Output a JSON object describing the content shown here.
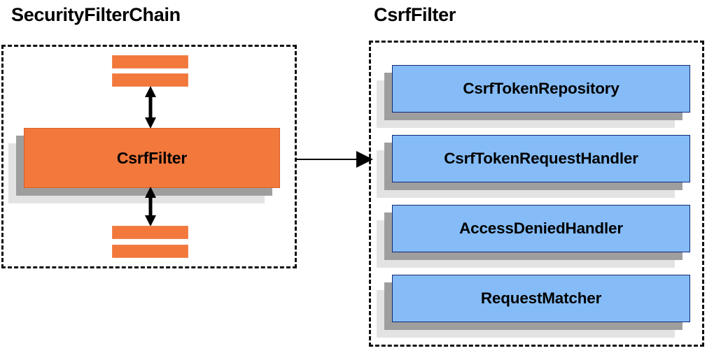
{
  "diagram": {
    "background_color": "#ffffff",
    "panels": [
      {
        "id": "security-filter-chain",
        "title": "SecurityFilterChain",
        "border_style": "dashed",
        "border_color": "#111111"
      },
      {
        "id": "csrf-filter",
        "title": "CsrfFilter",
        "border_style": "dashed",
        "border_color": "#111111"
      }
    ],
    "left_panel": {
      "main_node": {
        "label": "CsrfFilter",
        "fill_color": "#F2783C",
        "shadow_near_color": "#9e9e9e",
        "shadow_far_color": "#e3e3e3"
      },
      "stub_bars": [
        {
          "name": "filter-stub-top-1",
          "fill_color": "#F2783C"
        },
        {
          "name": "filter-stub-top-2",
          "fill_color": "#F2783C"
        },
        {
          "name": "filter-stub-bottom-1",
          "fill_color": "#F2783C"
        },
        {
          "name": "filter-stub-bottom-2",
          "fill_color": "#F2783C"
        }
      ],
      "arrows": [
        {
          "name": "arrow-above-csrffilter",
          "type": "double-headed-vertical"
        },
        {
          "name": "arrow-below-csrffilter",
          "type": "double-headed-vertical"
        }
      ]
    },
    "connector": {
      "name": "chain-to-detail-arrow",
      "type": "single-headed-horizontal",
      "color": "#000000"
    },
    "right_panel": {
      "dependencies": [
        {
          "label": "CsrfTokenRepository",
          "fill_color": "#85BCF7",
          "border_color": "#10277a"
        },
        {
          "label": "CsrfTokenRequestHandler",
          "fill_color": "#85BCF7",
          "border_color": "#10277a"
        },
        {
          "label": "AccessDeniedHandler",
          "fill_color": "#85BCF7",
          "border_color": "#10277a"
        },
        {
          "label": "RequestMatcher",
          "fill_color": "#85BCF7",
          "border_color": "#10277a"
        }
      ]
    }
  }
}
